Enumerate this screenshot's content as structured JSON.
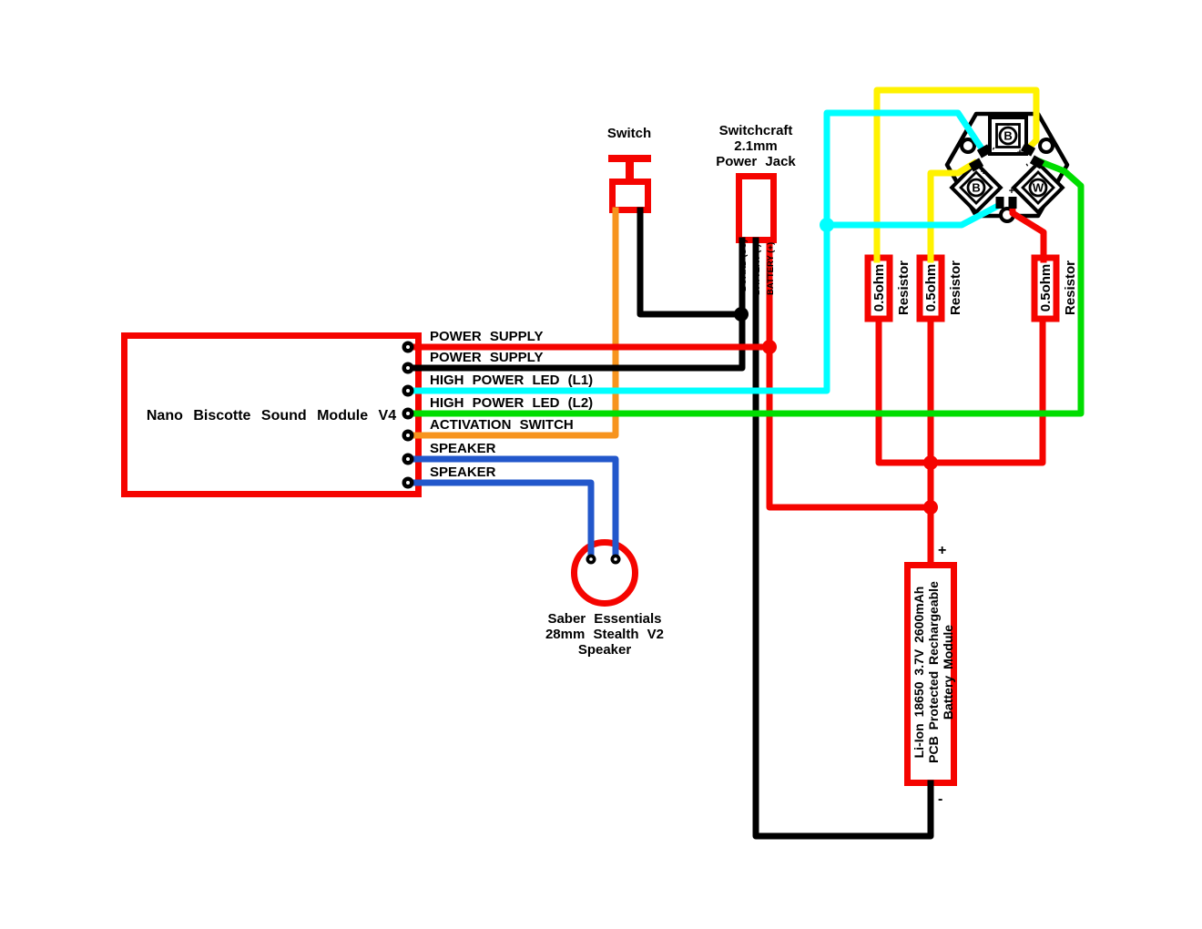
{
  "module": {
    "label": "Nano Biscotte Sound Module V4",
    "pin_labels": [
      "POWER SUPPLY",
      "POWER SUPPLY",
      "HIGH POWER LED (L1)",
      "HIGH POWER LED (L2)",
      "ACTIVATION SWITCH",
      "SPEAKER",
      "SPEAKER"
    ]
  },
  "switch": {
    "label": "Switch"
  },
  "power_jack": {
    "title_lines": [
      "Switchcraft",
      "2.1mm",
      "Power Jack"
    ],
    "pin_labels": [
      "BOARD (SC)",
      "BATTERY (-)",
      "BATTERY (+)"
    ]
  },
  "led_star": {
    "led_letters": [
      "B",
      "B",
      "W"
    ],
    "plus": "+",
    "minus": "-"
  },
  "resistors": {
    "value": "0.5ohm",
    "label": "Resistor"
  },
  "battery": {
    "label_lines": [
      "Li-Ion 18650 3.7V 2600mAh",
      "PCB Protected Rechargeable",
      "Battery Module"
    ],
    "plus": "+",
    "minus": "-"
  },
  "speaker": {
    "label_lines": [
      "Saber Essentials",
      "28mm Stealth V2",
      "Speaker"
    ]
  },
  "colors": {
    "red": "#f50400",
    "black": "#000000",
    "orange": "#f7941e",
    "cyan": "#00ffff",
    "green": "#00dd00",
    "yellow": "#fff200",
    "blue": "#2257cb",
    "white": "#ffffff"
  }
}
